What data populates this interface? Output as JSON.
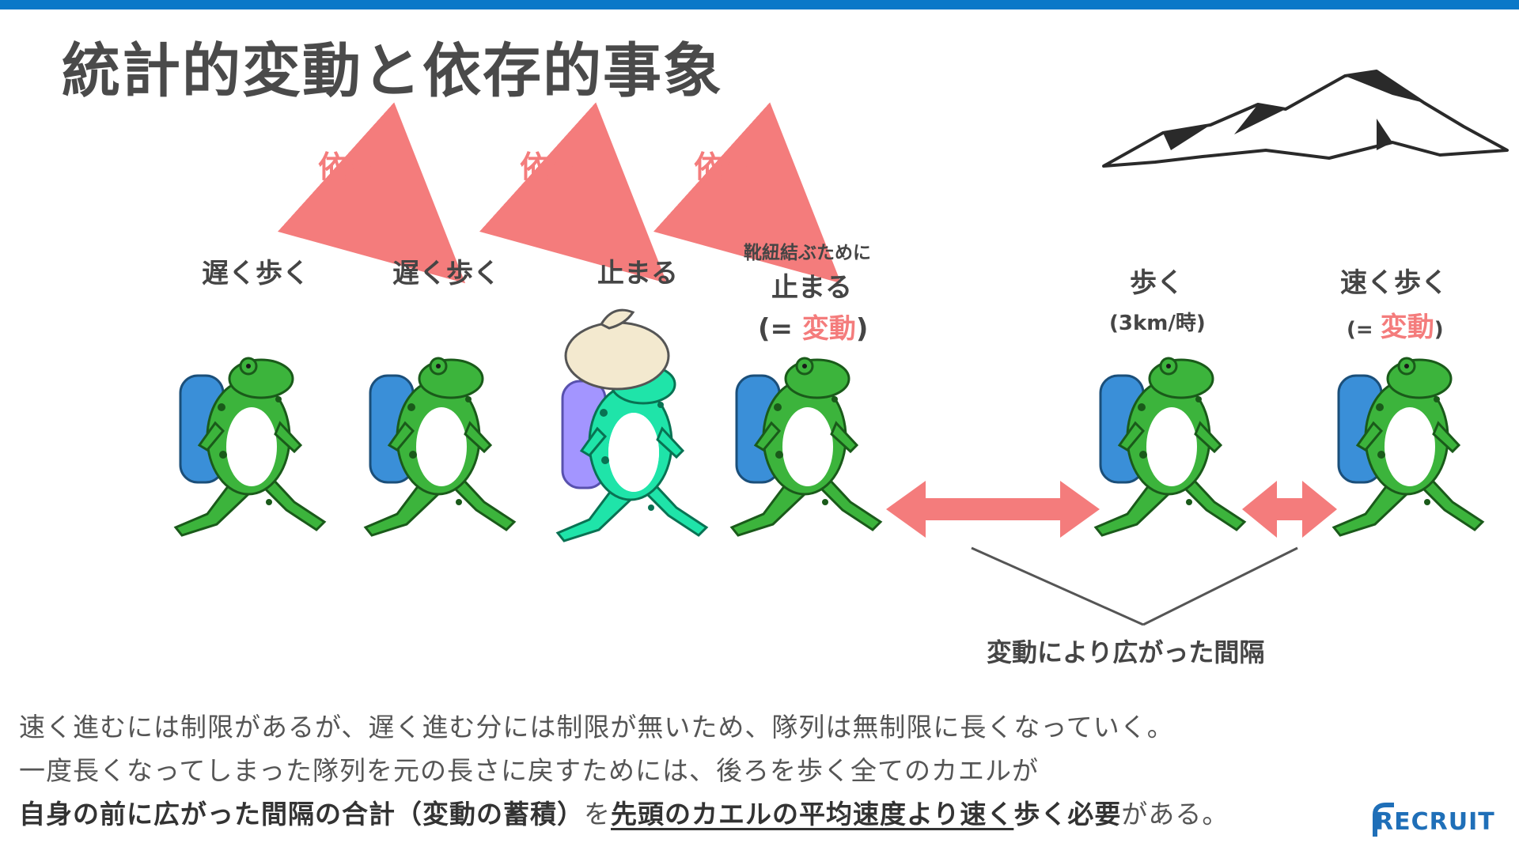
{
  "title": "統計的変動と依存的事象",
  "dependency_label": "依存",
  "labels": {
    "frog1": "遅く歩く",
    "frog2": "遅く歩く",
    "frog3": "止まる",
    "frog4_small": "靴紐結ぶために",
    "frog4_main": "止まる",
    "frog4_paren_open": "(= ",
    "frog4_paren_word": "変動",
    "frog4_paren_close": ")",
    "frog5_main": "歩く",
    "frog5_speed": "(3km/時)",
    "frog6_main": "速く歩く",
    "frog6_paren_open": "(= ",
    "frog6_paren_word": "変動",
    "frog6_paren_close": ")"
  },
  "gap_label": "変動により広がった間隔",
  "explanation": {
    "line1": "速く進むには制限があるが、遅く進む分には制限が無いため、隊列は無制限に長くなっていく。",
    "line2": "一度長くなってしまった隊列を元の長さに戻すためには、後ろを歩く全てのカエルが",
    "line3": {
      "p1": "自身の前に広がった間隔の合計",
      "p2": "（",
      "p3": "変動の蓄積",
      "p4": "）",
      "p5": "を",
      "p6": "先頭のカエルの平均速度より速く",
      "p7": "歩く必要",
      "p8": "がある。"
    }
  },
  "logo": "RECRUIT",
  "colors": {
    "accent_pink": "#f47c7c",
    "top_bar": "#0a78c8",
    "frog_green": "#3cb43c",
    "frog_light_green": "#5fd4a0",
    "backpack_blue": "#3a8fd8",
    "logo_blue": "#1f6fb8"
  },
  "icons": [
    "mountain-icon",
    "frog-hiker-icon",
    "curved-arrow-icon",
    "double-arrow-icon"
  ]
}
